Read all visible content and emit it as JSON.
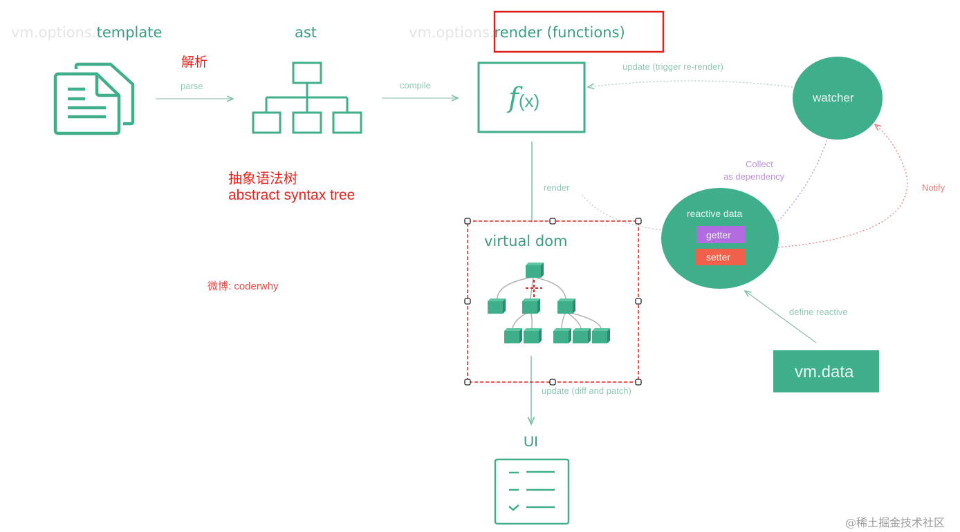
{
  "titles": {
    "template_prefix": "vm.options.",
    "template": "template",
    "ast": "ast",
    "render_prefix": "vm.options.",
    "render": "render (functions)"
  },
  "labels": {
    "parse_cn": "解析",
    "parse": "parse",
    "compile": "compile",
    "update_trigger": "update (trigger re-render)",
    "render": "render",
    "collect": "Collect",
    "as_dependency": "as dependency",
    "notify": "Notify",
    "define_reactive": "define reactive",
    "update_diff": "update (diff and patch)"
  },
  "annotations": {
    "ast_cn": "抽象语法树",
    "ast_en": "abstract syntax tree",
    "weibo": "微博: coderwhy"
  },
  "nodes": {
    "function_symbol": "f",
    "function_arg": "(x)",
    "watcher": "watcher",
    "reactive_data": "reactive data",
    "getter": "getter",
    "setter": "setter",
    "vm_data": "vm.data",
    "virtual_dom": "virtual dom",
    "ui": "UI"
  },
  "watermark": "@稀土掘金技术社区",
  "colors": {
    "primary": "#3fae8b",
    "getter": "#b36be0",
    "setter": "#f0604a",
    "annotation": "#e8221c",
    "collect": "#b98fdf",
    "notify": "#e07f7f"
  }
}
